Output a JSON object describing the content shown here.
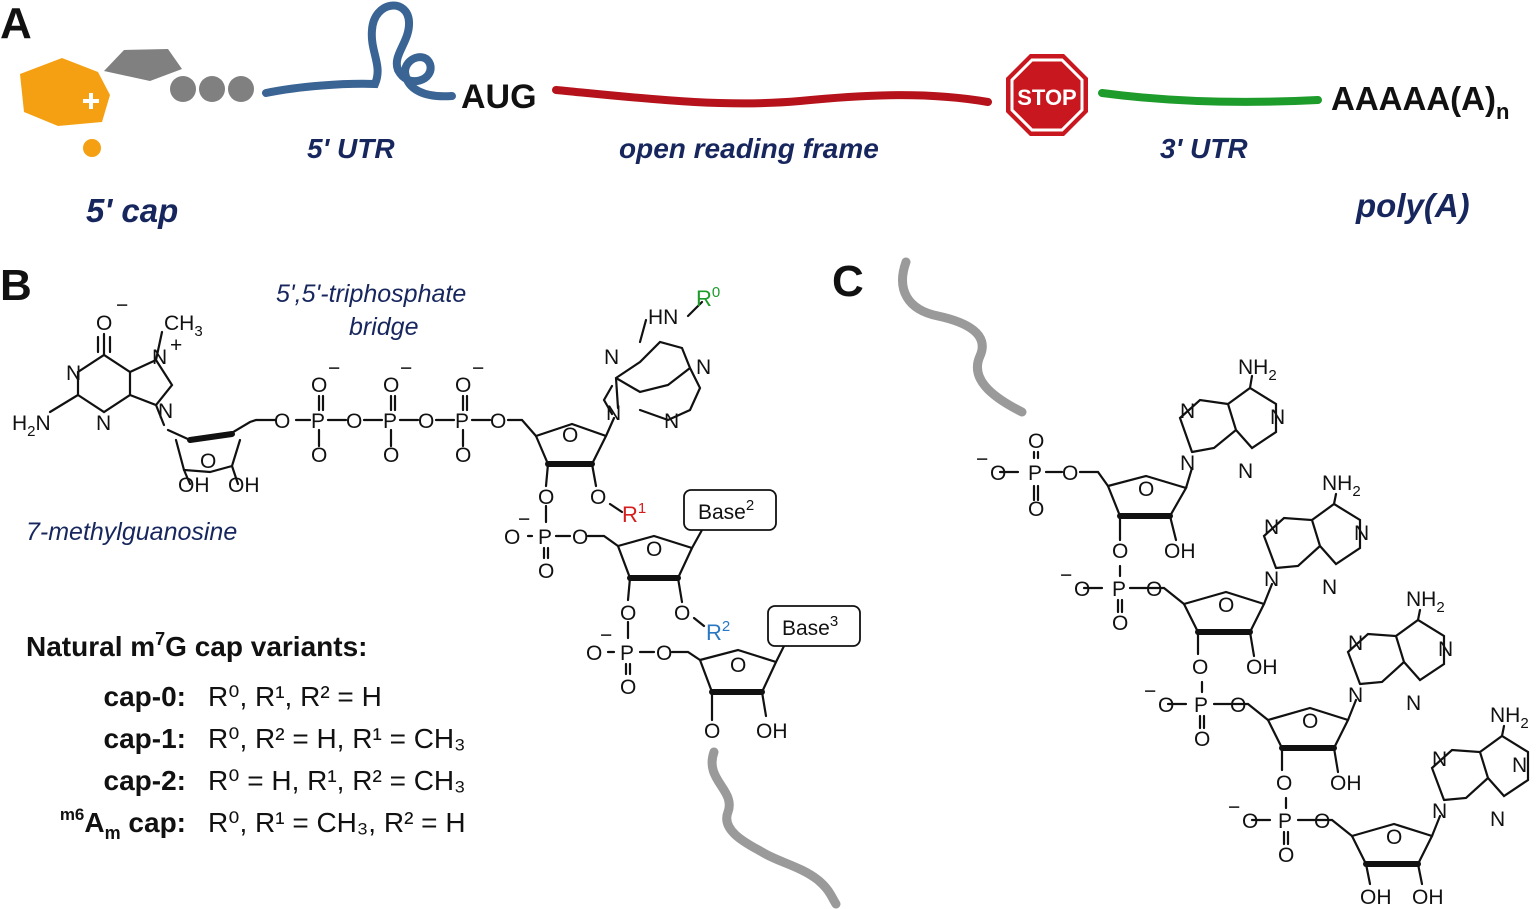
{
  "panels": {
    "a": "A",
    "b": "B",
    "c": "C"
  },
  "panel_a": {
    "aug": "AUG",
    "stop": "STOP",
    "polya_text": "AAAAA(A)",
    "polya_sub": "n",
    "utr5": "5' UTR",
    "orf": "open reading frame",
    "utr3": "3' UTR",
    "cap": "5' cap",
    "polya": "poly(A)"
  },
  "panel_b": {
    "bridge_line1": "5',5'-triphosphate",
    "bridge_line2": "bridge",
    "nucleoside": "7-methylguanosine",
    "ch3": "CH",
    "ch3_sub": "3",
    "nplus": "N",
    "plus": "+",
    "h2n": "H",
    "h2n_sub": "2",
    "h2n_n": "N",
    "hn": "HN",
    "r0": "R",
    "r0_sup": "0",
    "r1": "R",
    "r1_sup": "1",
    "r2": "R",
    "r2_sup": "2",
    "base2": "Base",
    "base2_sup": "2",
    "base3": "Base",
    "base3_sup": "3",
    "variants_title_a": "Natural m",
    "variants_title_sup": "7",
    "variants_title_b": "G cap variants:",
    "variants": [
      {
        "name": "cap-0:",
        "def": "R⁰, R¹, R² = H"
      },
      {
        "name": "cap-1:",
        "def": "R⁰, R² = H, R¹ = CH₃"
      },
      {
        "name": "cap-2:",
        "def": "R⁰ = H, R¹, R² = CH₃"
      },
      {
        "name": "m6Am cap:",
        "def": "R⁰, R¹ = CH₃, R² = H"
      }
    ],
    "m6am_sup": "m6",
    "m6am_a": "A",
    "m6am_sub": "m",
    "m6am_rest": " cap:"
  },
  "panel_c": {
    "nh2": "NH",
    "nh2_sub": "2"
  },
  "atoms": {
    "N": "N",
    "O": "O",
    "P": "P",
    "OH": "OH",
    "minus": "−"
  },
  "colors": {
    "navy": "#17275e",
    "cap_orange": "#f5a012",
    "grey": "#808080",
    "utr5_blue": "#3a6494",
    "orf_red": "#b5121b",
    "stop_red": "#c8171e",
    "utr3_green": "#1d9b2b",
    "r0_green": "#1d9b2b",
    "r1_red": "#d51e1e",
    "r2_blue": "#2a78c2",
    "tail_grey": "#9a9a9a"
  }
}
